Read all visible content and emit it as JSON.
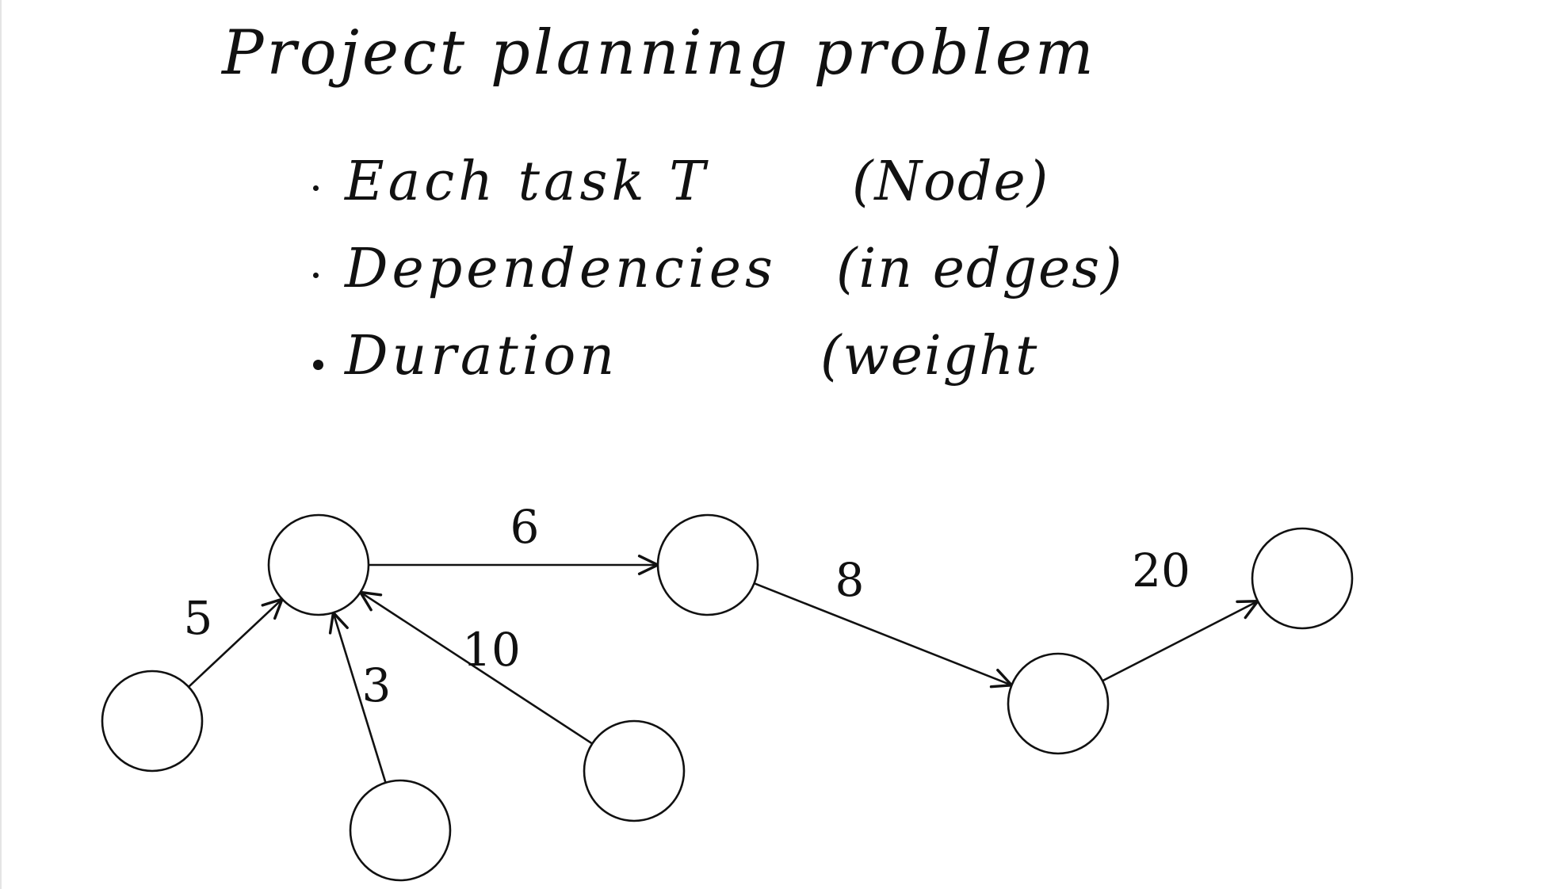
{
  "title": "Project planning problem",
  "bullets": [
    {
      "label": "Each task T",
      "note": "(Node)"
    },
    {
      "label": "Dependencies",
      "note": "(in edges)"
    },
    {
      "label": "Duration",
      "note": "(weight"
    }
  ],
  "graph": {
    "nodes": [
      "a",
      "b",
      "c",
      "d",
      "e",
      "f",
      "g",
      "h"
    ],
    "edges": [
      {
        "from": "a",
        "to": "b",
        "weight": "5"
      },
      {
        "from": "c",
        "to": "b",
        "weight": "3"
      },
      {
        "from": "d",
        "to": "b",
        "weight": "10"
      },
      {
        "from": "b",
        "to": "e",
        "weight": "6"
      },
      {
        "from": "e",
        "to": "f",
        "weight": "8"
      },
      {
        "from": "f",
        "to": "g",
        "weight": "20"
      }
    ]
  },
  "colors": {
    "ink": "#111111",
    "background": "#ffffff"
  }
}
